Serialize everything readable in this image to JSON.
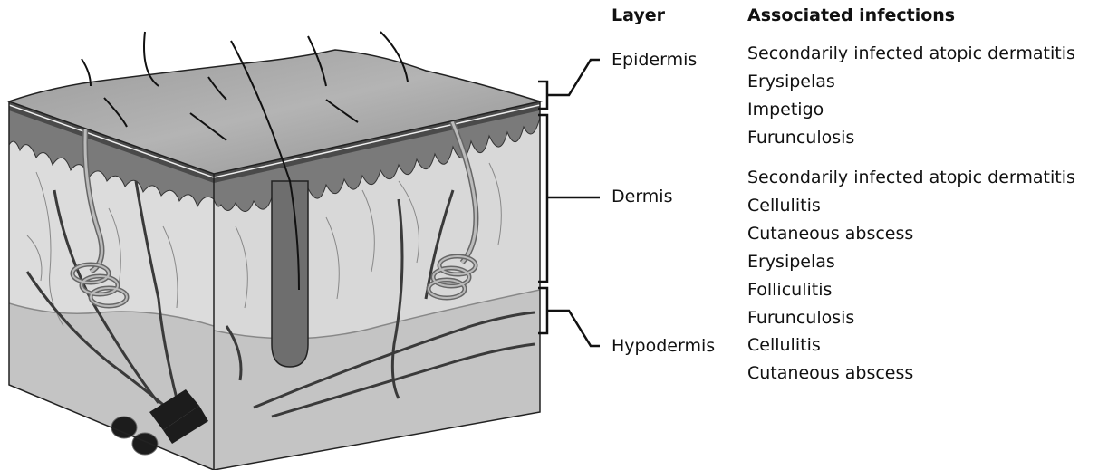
{
  "headers": {
    "layer": "Layer",
    "infections": "Associated infections"
  },
  "layers": [
    {
      "name": "Epidermis",
      "infections": [
        "Secondarily infected atopic dermatitis",
        "Erysipelas",
        "Impetigo",
        "Furunculosis"
      ]
    },
    {
      "name": "Dermis",
      "infections": [
        "Secondarily infected atopic dermatitis",
        "Cellulitis",
        "Cutaneous abscess",
        "Erysipelas",
        "Folliculitis",
        "Furunculosis"
      ]
    },
    {
      "name": "Hypodermis",
      "infections": [
        "Cellulitis",
        "Cutaneous abscess"
      ]
    }
  ]
}
